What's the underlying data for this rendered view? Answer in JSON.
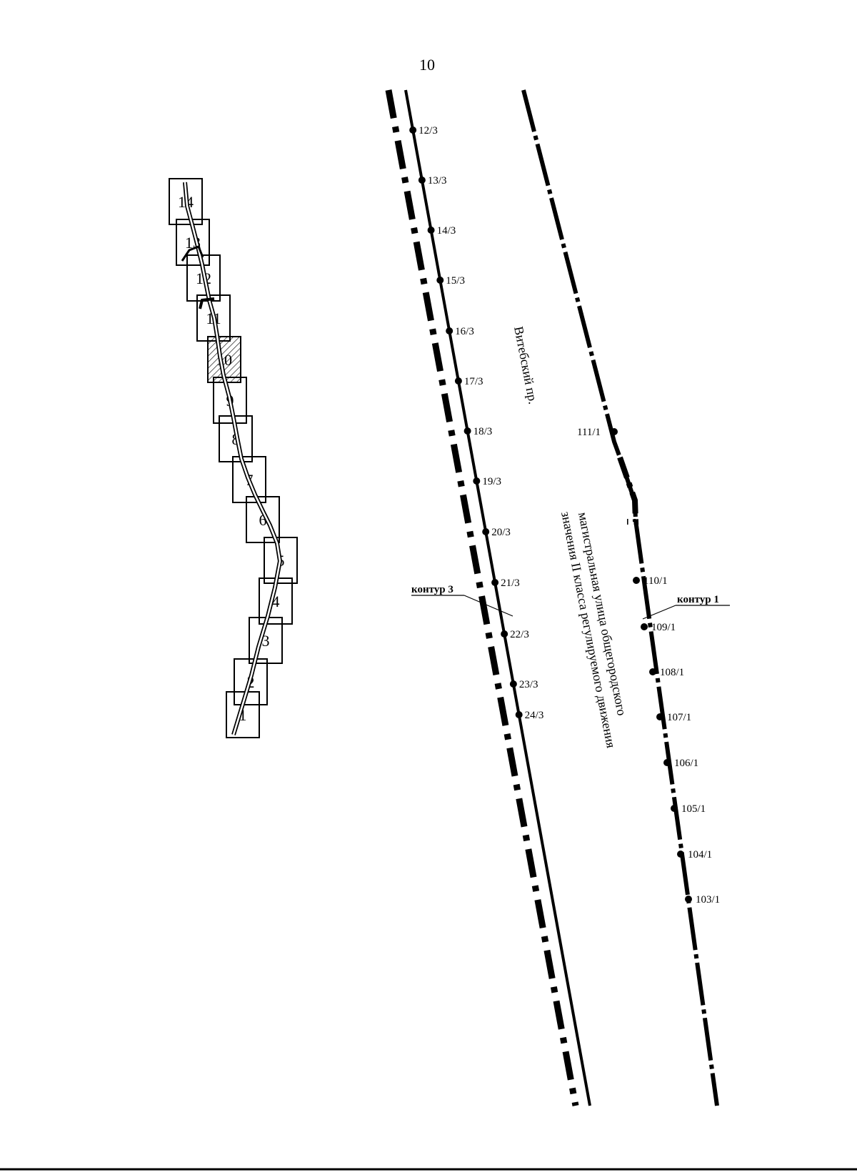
{
  "page_number": "10",
  "index_map": {
    "tiles": [
      "1",
      "2",
      "3",
      "4",
      "5",
      "6",
      "7",
      "8",
      "9",
      "10",
      "11",
      "12",
      "13",
      "14"
    ],
    "highlighted_tile": "10"
  },
  "street": {
    "name": "Витебский пр.",
    "description_line1": "магистральная улица общегородского",
    "description_line2": "значения II класса регулируемого движения"
  },
  "contours": {
    "left": "контур 3",
    "right": "контур 1"
  },
  "points_contour3": [
    "12/3",
    "13/3",
    "14/3",
    "15/3",
    "16/3",
    "17/3",
    "18/3",
    "19/3",
    "20/3",
    "21/3",
    "22/3",
    "23/3",
    "24/3"
  ],
  "points_contour1": [
    "111/1",
    "110/1",
    "109/1",
    "108/1",
    "107/1",
    "106/1",
    "105/1",
    "104/1",
    "103/1"
  ],
  "colors": {
    "ink": "#000000",
    "paper": "#ffffff"
  }
}
